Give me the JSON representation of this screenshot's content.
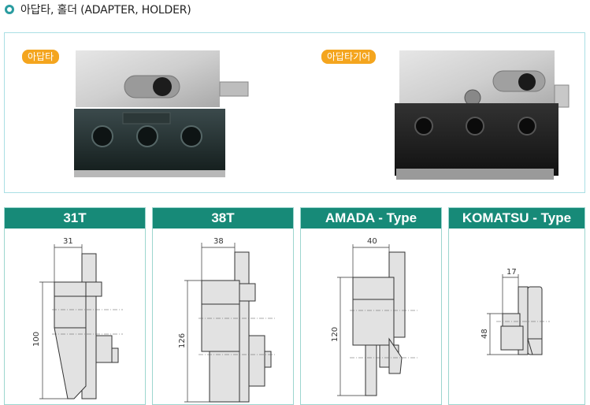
{
  "header": {
    "title": "아답타, 홀더 (ADAPTER, HOLDER)"
  },
  "photos": {
    "left_tag": "아답타",
    "right_tag": "아답타기어"
  },
  "types": [
    {
      "label": "31T",
      "width_dim": "31",
      "height_dim": "100"
    },
    {
      "label": "38T",
      "width_dim": "38",
      "height_dim": "126"
    },
    {
      "label": "AMADA - Type",
      "width_dim": "40",
      "height_dim": "120"
    },
    {
      "label": "KOMATSU - Type",
      "width_dim": "17",
      "height_dim": "48"
    }
  ],
  "colors": {
    "accent": "#178a78",
    "tag": "#f4a51e",
    "border": "#aadfe4"
  }
}
